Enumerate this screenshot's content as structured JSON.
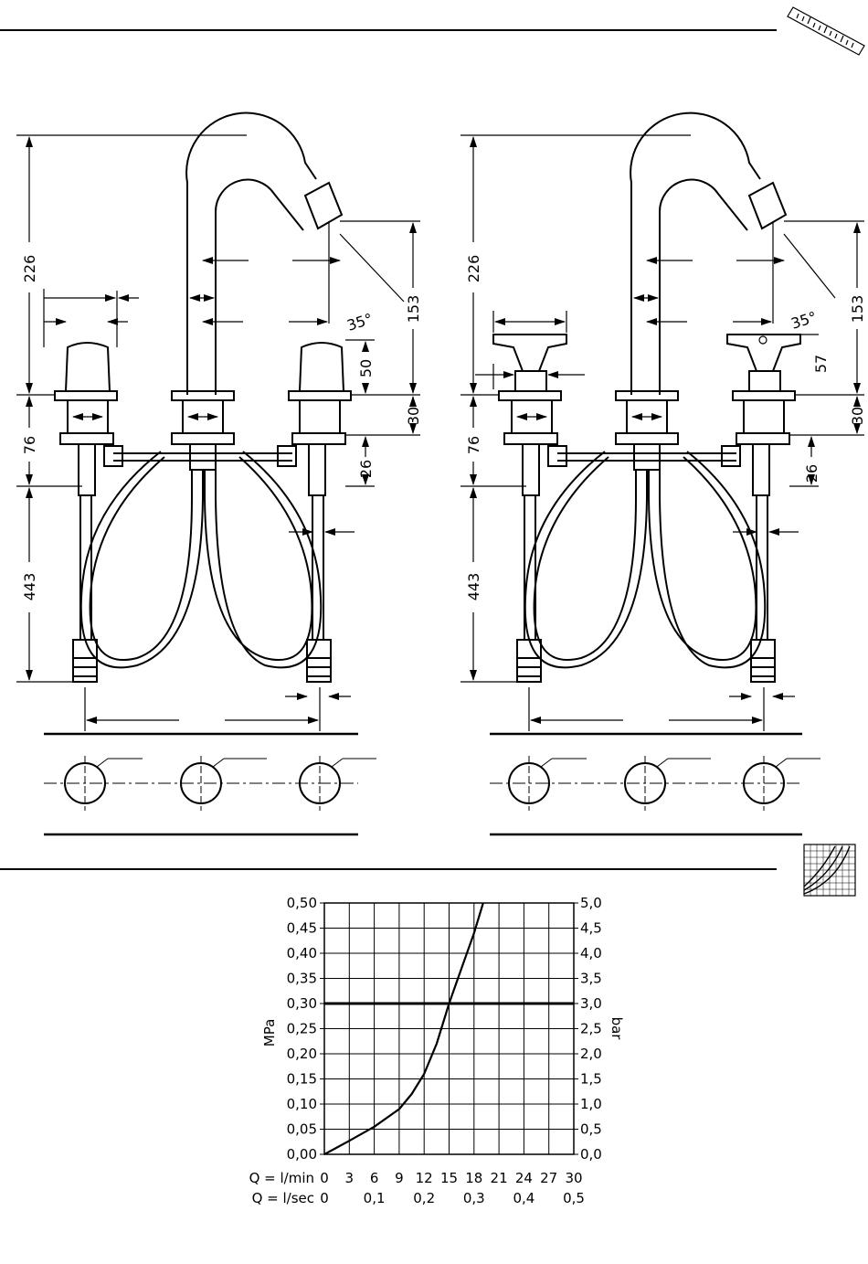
{
  "drawing_left": {
    "dimensions": {
      "total_height": "226",
      "spout_projection": "153",
      "spout_angle": "35°",
      "handle_height": "50",
      "deck_to_valve": "30",
      "body_below_deck": "76",
      "valve_gap": "26",
      "hose_length": "443"
    }
  },
  "drawing_right": {
    "dimensions": {
      "total_height": "226",
      "spout_projection": "153",
      "spout_angle": "35°",
      "handle_height": "57",
      "deck_to_valve": "30",
      "body_below_deck": "76",
      "valve_gap": "26",
      "hose_length": "443"
    }
  },
  "icons": {
    "top_right": "ruler-icon",
    "flow_chart": "flow-chart-icon"
  },
  "chart_data": {
    "type": "line",
    "y_left_label": "MPa",
    "y_right_label": "bar",
    "x_primary_label": "Q = l/min",
    "x_secondary_label": "Q = l/sec",
    "x_ticks": [
      "0",
      "3",
      "6",
      "9",
      "12",
      "15",
      "18",
      "21",
      "24",
      "27",
      "30"
    ],
    "x_secondary_ticks": [
      "0",
      "0,1",
      "0,2",
      "0,3",
      "0,4",
      "0,5"
    ],
    "x_secondary_values": [
      0,
      6,
      12,
      18,
      24,
      30
    ],
    "y_left_ticks": [
      "0,00",
      "0,05",
      "0,10",
      "0,15",
      "0,20",
      "0,25",
      "0,30",
      "0,35",
      "0,40",
      "0,45",
      "0,50"
    ],
    "y_right_ticks": [
      "0,0",
      "0,5",
      "1,0",
      "1,5",
      "2,0",
      "2,5",
      "3,0",
      "3,5",
      "4,0",
      "4,5",
      "5,0"
    ],
    "xlim": [
      0,
      30
    ],
    "ylim": [
      0,
      0.5
    ],
    "grid": true,
    "reference_line_y": 0.3,
    "reference_flow_x": 15,
    "series": [
      {
        "x": [
          0,
          3,
          6,
          9,
          10.5,
          12,
          13.5,
          15,
          16.5,
          18,
          19.1
        ],
        "y": [
          0,
          0.027,
          0.055,
          0.09,
          0.12,
          0.16,
          0.22,
          0.3,
          0.37,
          0.44,
          0.5
        ]
      }
    ]
  }
}
